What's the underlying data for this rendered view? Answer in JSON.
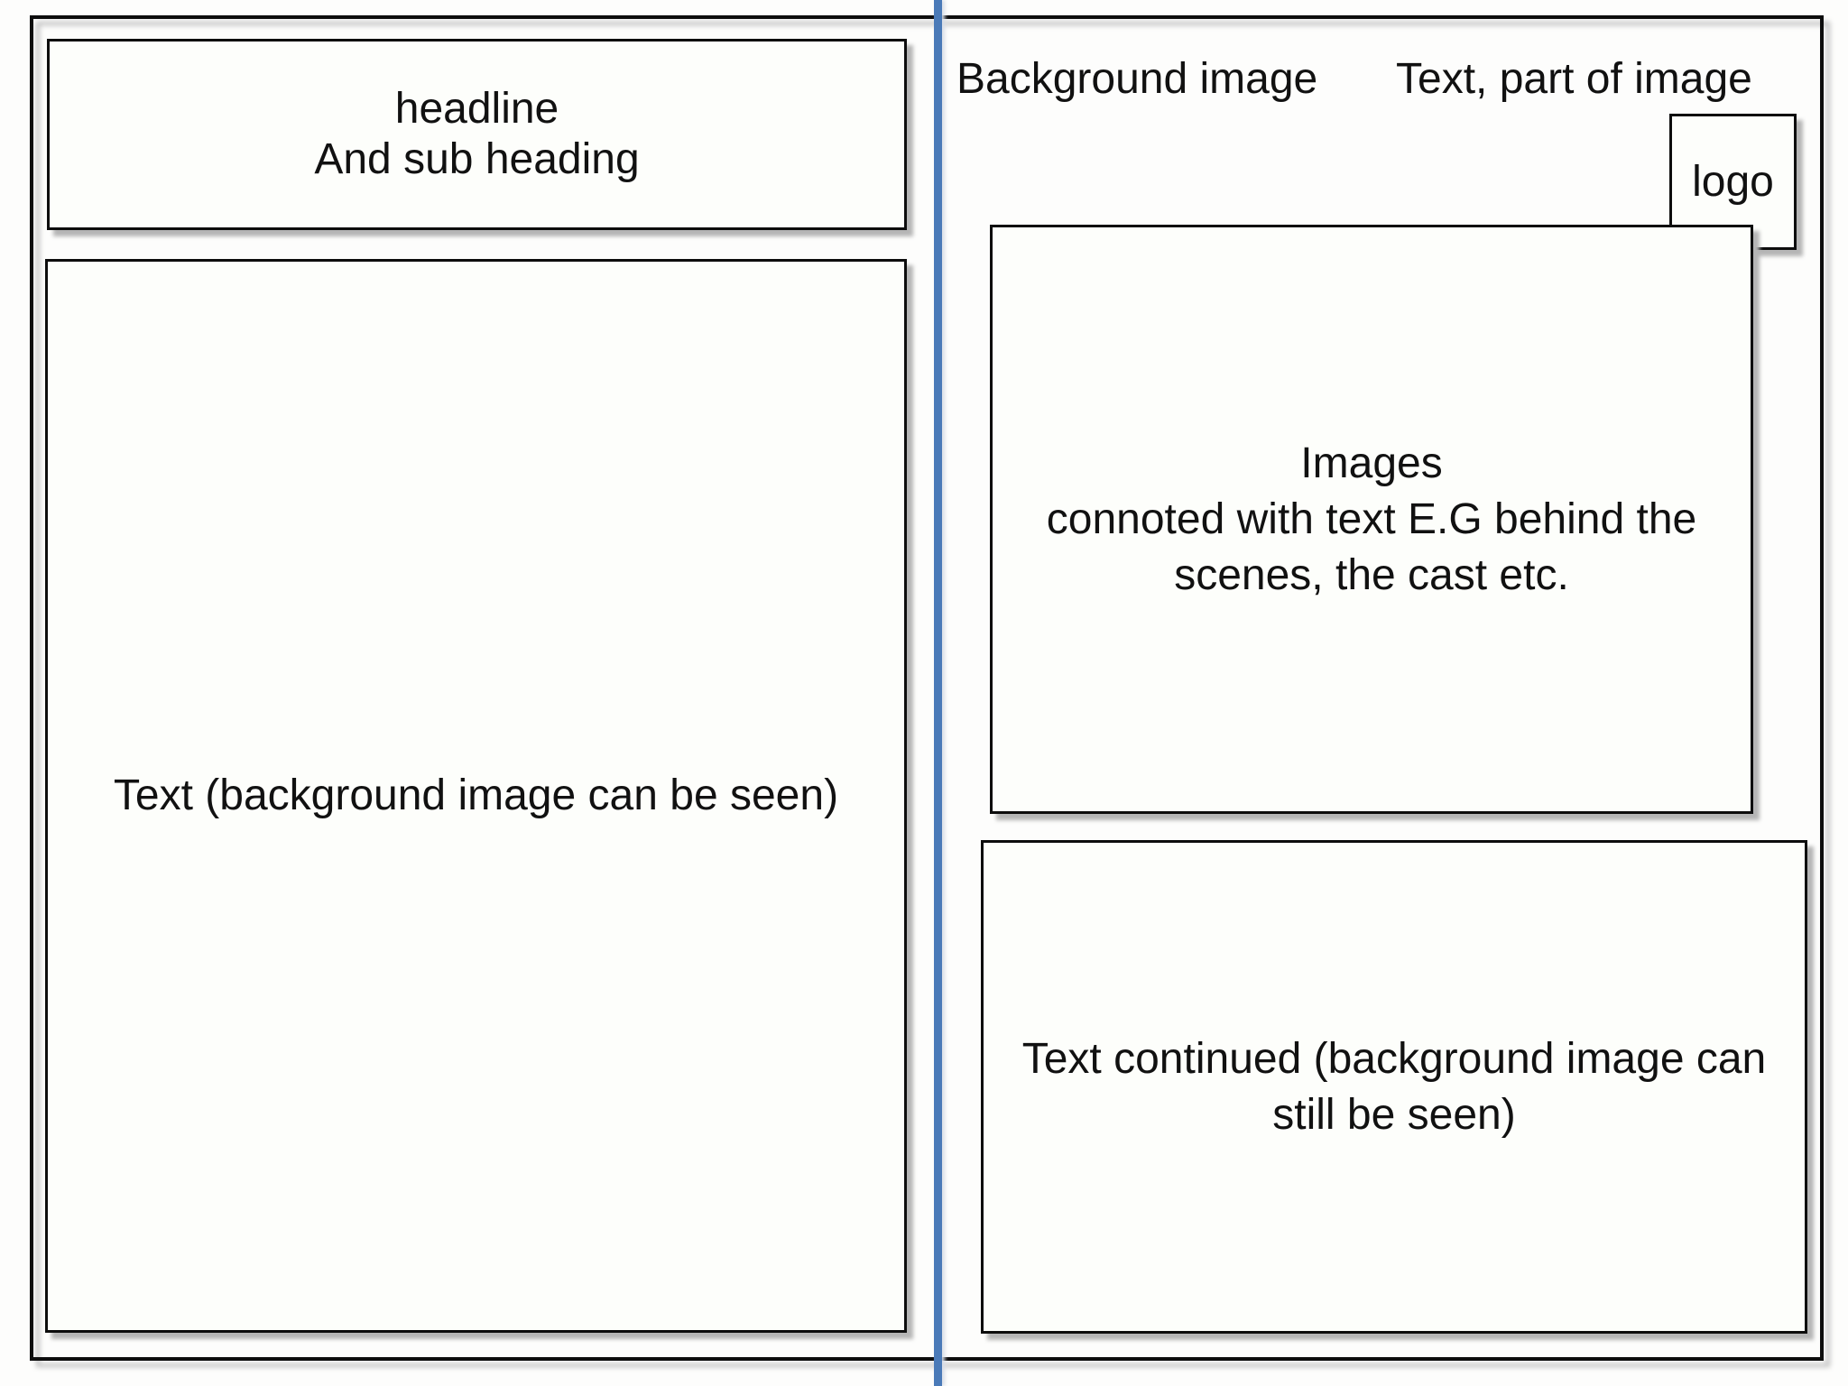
{
  "meta": {
    "description": "Magazine double-page layout wireframe",
    "colors": {
      "divider_blue": "#4a7ab8",
      "border_black": "#0d0d0d",
      "shadow_gray": "#b5b5b5",
      "page_background": "#fdfdfc"
    }
  },
  "left_page": {
    "headline_box_text": "headline\nAnd sub heading",
    "body_box_text": "Text (background image can be seen)"
  },
  "right_page": {
    "background_label": "Background image",
    "text_part_label": "Text, part of image",
    "logo_label": "logo",
    "images_box_text": "Images\nconnoted with text E.G behind the\nscenes, the cast etc.",
    "text_continued_box_text": "Text continued (background image can\nstill be seen)"
  }
}
